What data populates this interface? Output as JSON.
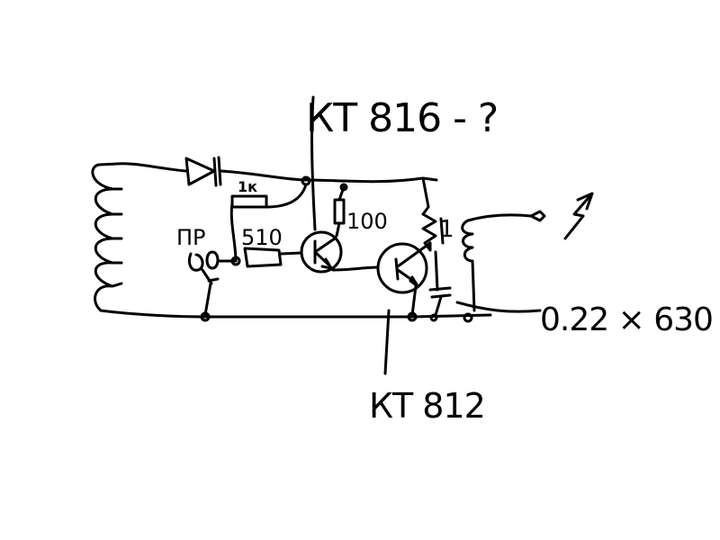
{
  "labels": {
    "transistor_top": "КТ 816 - ?",
    "transistor_bottom": "КТ 812",
    "resistor_1k": "1к",
    "resistor_510": "510",
    "resistor_100": "100",
    "resistor_1": "1",
    "fuse": "ПР",
    "capacitor": "0.22 × 630"
  },
  "colors": {
    "ink": "#000000",
    "background": "#ffffff"
  }
}
